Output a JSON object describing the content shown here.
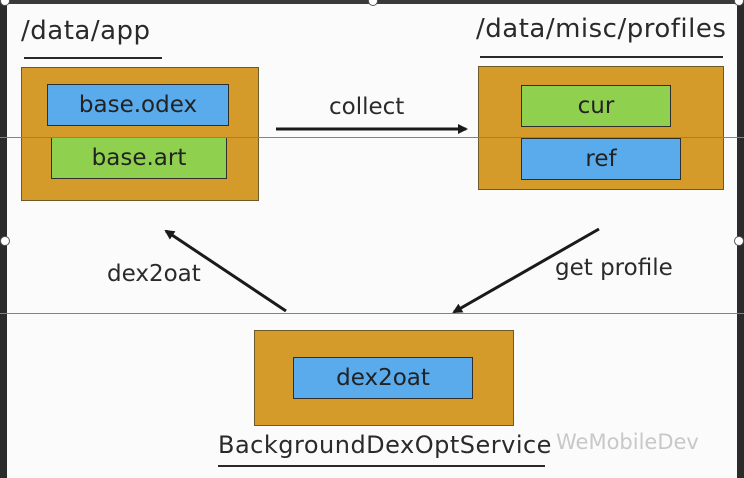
{
  "nodes": {
    "data_app": {
      "label": "/data/app",
      "items": [
        "base.odex",
        "base.art"
      ]
    },
    "profiles": {
      "label": "/data/misc/profiles",
      "items": [
        "cur",
        "ref"
      ]
    },
    "service": {
      "label": "BackgroundDexOptService",
      "items": [
        "dex2oat"
      ]
    }
  },
  "edges": {
    "collect": "collect",
    "dex2oat": "dex2oat",
    "get_profile": "get profile"
  },
  "watermark": "WeMobileDev",
  "colors": {
    "container": "#d49b2b",
    "blue_item": "#5aabec",
    "green_item": "#8fd14f",
    "guide_line": "#4a90d0"
  }
}
